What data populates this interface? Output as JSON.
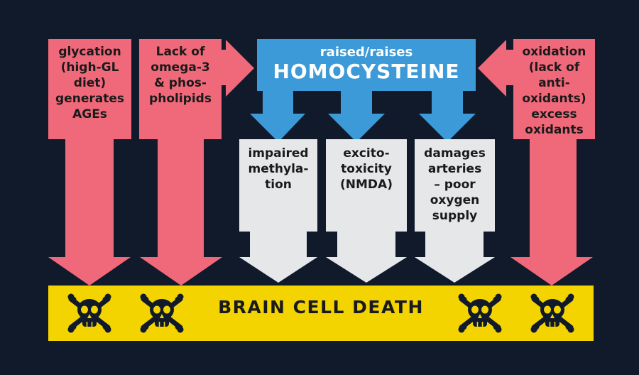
{
  "colors": {
    "background": "#101a2b",
    "cause": "#f0697a",
    "homocysteine": "#3d9ad8",
    "effect": "#e6e7e9",
    "outcome": "#f4d400",
    "skull": "#101a2b"
  },
  "causes": [
    {
      "label": "glycation\n(high-GL\ndiet)\ngenerates\nAGEs"
    },
    {
      "label": "Lack of\nomega-3\n& phos-\npholipids"
    },
    {
      "label": "oxidation\n(lack of\nanti-\noxidants)\nexcess\noxidants"
    }
  ],
  "homocysteine": {
    "subtitle": "raised/raises",
    "title": "HOMOCYSTEINE"
  },
  "effects": [
    {
      "label": "impaired\nmethyla-\ntion"
    },
    {
      "label": "excito-\ntoxicity\n(NMDA)"
    },
    {
      "label": "damages\narteries\n– poor\noxygen\nsupply"
    }
  ],
  "outcome": {
    "label": "BRAIN CELL DEATH",
    "icon": "skull-crossbones-icon"
  }
}
